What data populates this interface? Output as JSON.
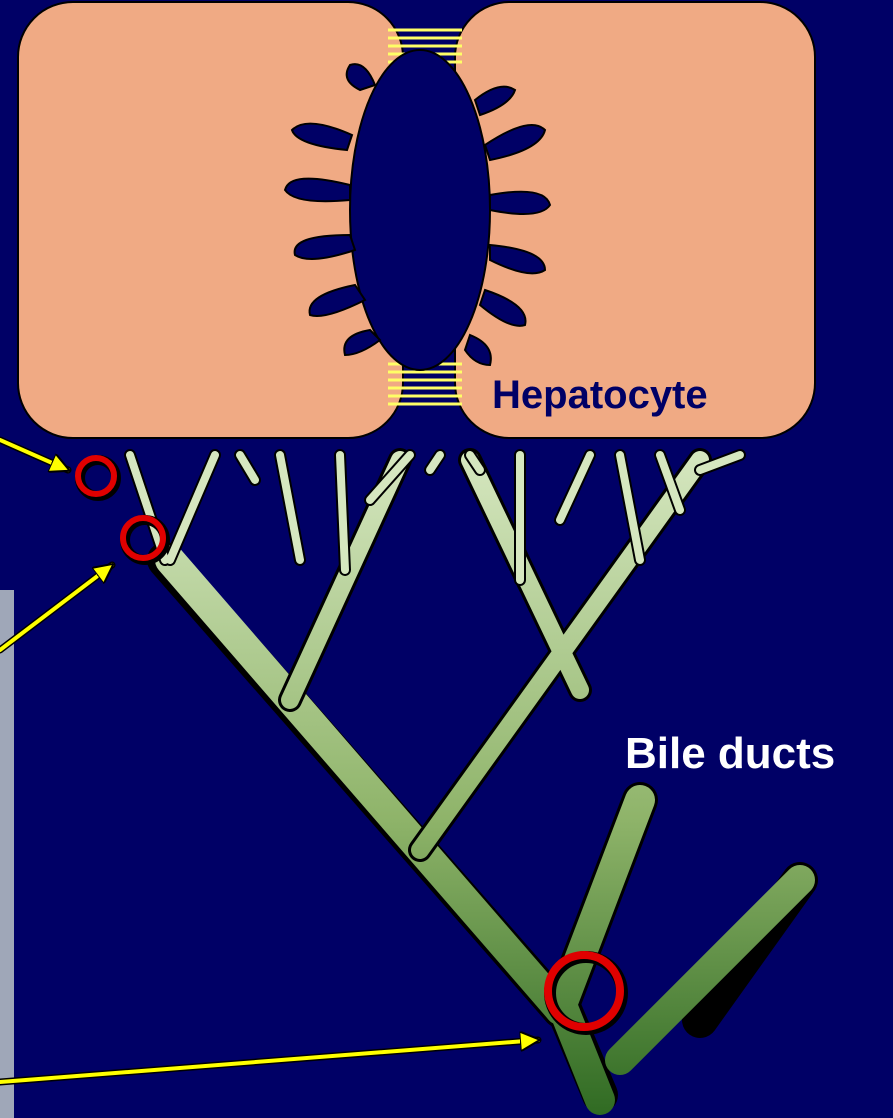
{
  "labels": {
    "hepatocyte": "Hepatocyte",
    "bile_ducts": "Bile ducts"
  },
  "colors": {
    "background": "#000066",
    "hepatocyte_fill": "#F0AA84",
    "duct_light": "#D6E7C0",
    "duct_dark": "#3F7A2A",
    "junction_stripe": "#FFFF66",
    "marker_ring": "#E00000",
    "arrow": "#FFFF00"
  },
  "icons": {
    "markers": [
      "marker-circle-canaliculus",
      "marker-circle-ductule",
      "marker-circle-duct"
    ],
    "arrows": [
      "pointer-arrow-1",
      "pointer-arrow-2",
      "pointer-arrow-3"
    ]
  }
}
